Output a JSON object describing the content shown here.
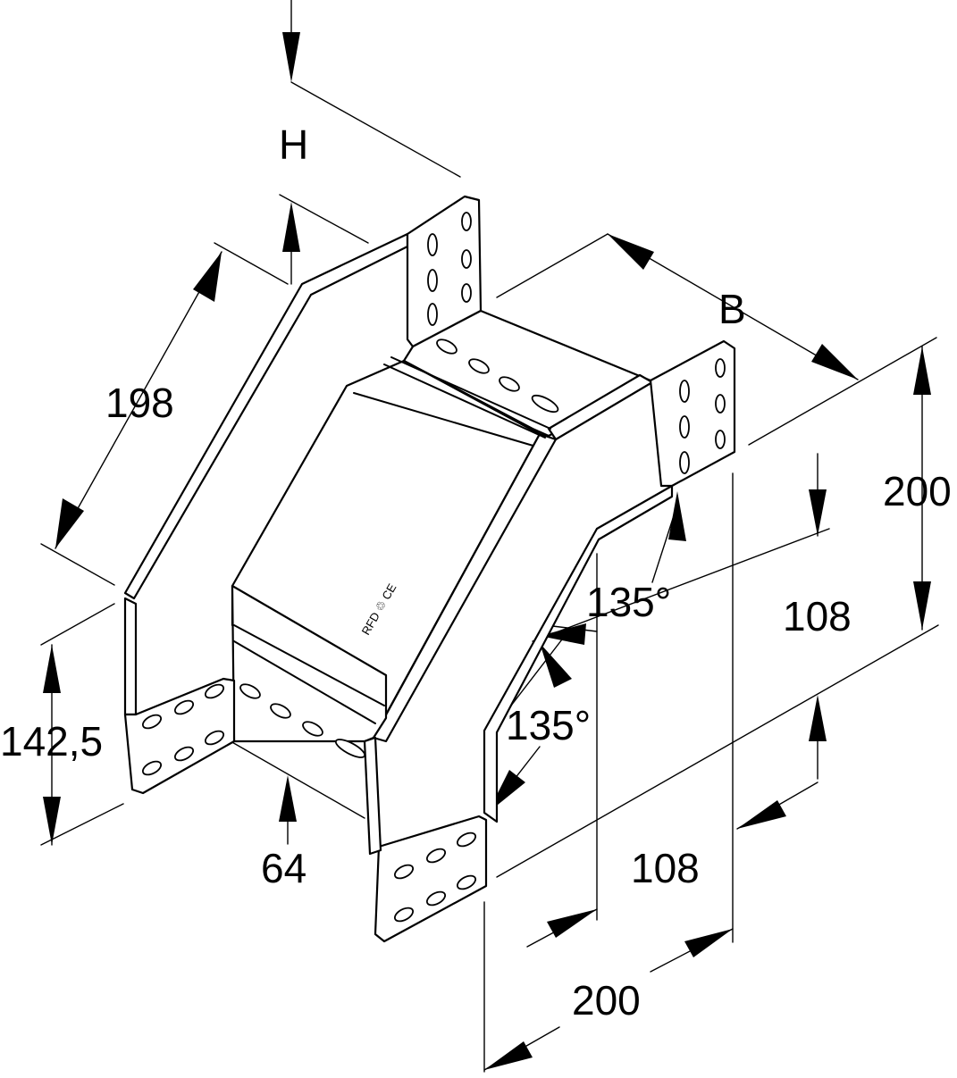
{
  "labels": {
    "height_symbol": "H",
    "width_symbol": "B",
    "length_198": "198",
    "height_142_5": "142,5",
    "height_64": "64",
    "angle_upper": "135°",
    "angle_lower": "135°",
    "offset_108_upper": "108",
    "offset_108_lower": "108",
    "side_200_right": "200",
    "side_200_bottom": "200",
    "product_marking": "RFD ♲ CE"
  }
}
